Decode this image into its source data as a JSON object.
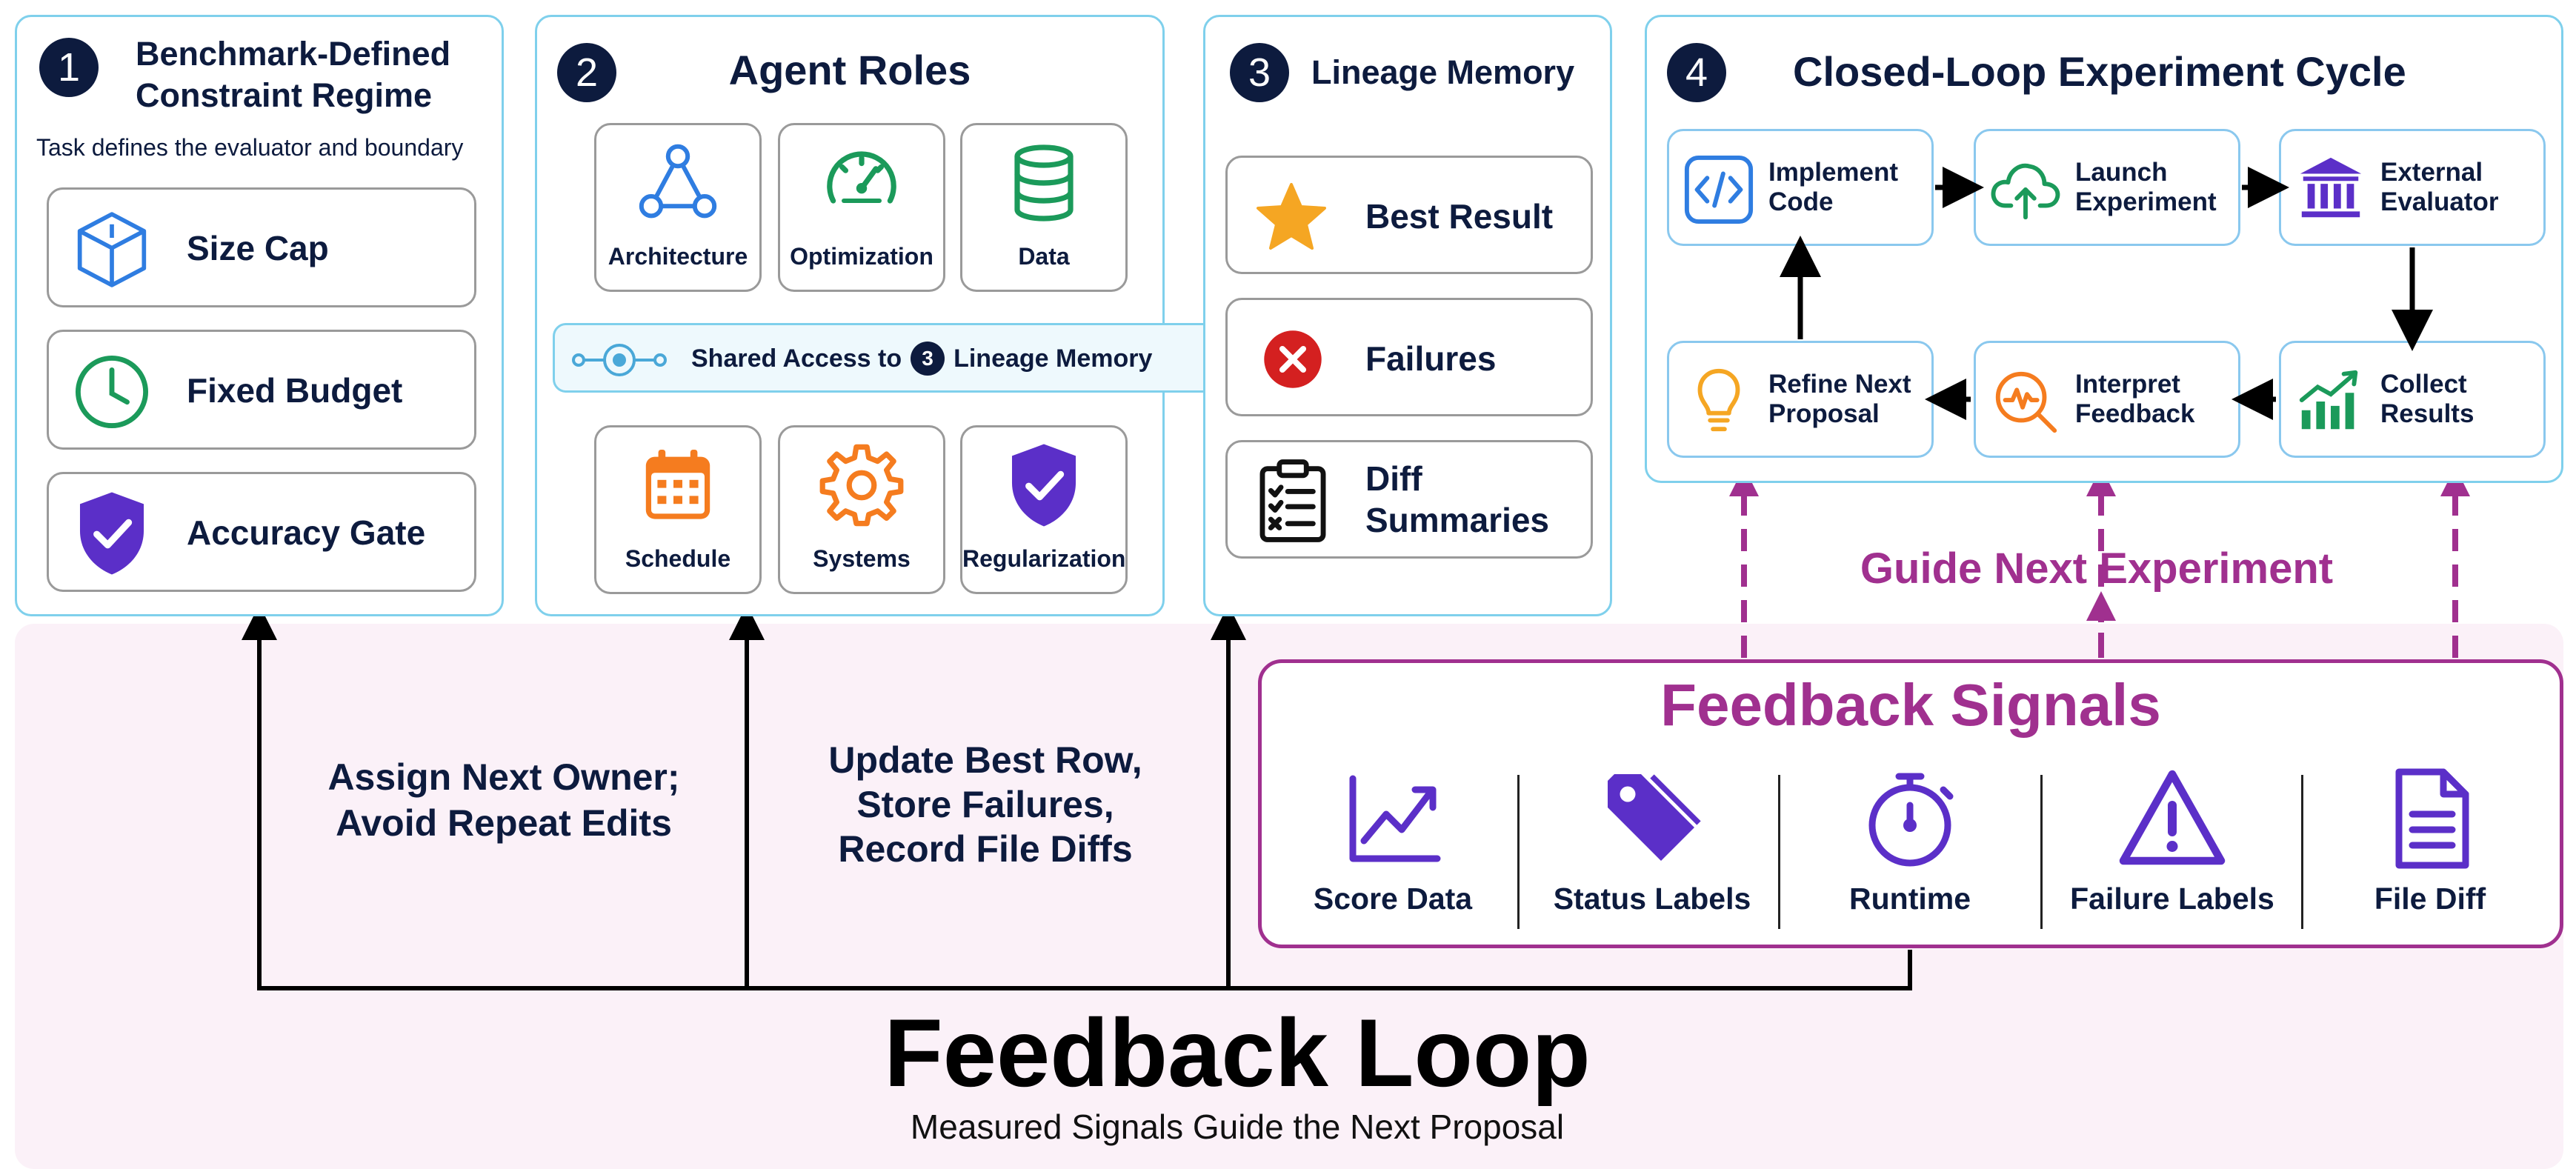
{
  "panel1": {
    "number": "1",
    "title_line1": "Benchmark-Defined",
    "title_line2": "Constraint Regime",
    "subtitle": "Task defines the evaluator and boundary",
    "items": [
      {
        "label": "Size Cap",
        "icon": "cube-icon"
      },
      {
        "label": "Fixed Budget",
        "icon": "clock-icon"
      },
      {
        "label": "Accuracy Gate",
        "icon": "shield-check-icon"
      }
    ]
  },
  "panel2": {
    "number": "2",
    "title": "Agent Roles",
    "roles_top": [
      {
        "label": "Architecture",
        "icon": "network-triangle-icon"
      },
      {
        "label": "Optimization",
        "icon": "speedometer-icon"
      },
      {
        "label": "Data",
        "icon": "database-icon"
      }
    ],
    "roles_bottom": [
      {
        "label": "Schedule",
        "icon": "calendar-icon"
      },
      {
        "label": "Systems",
        "icon": "gear-icon"
      },
      {
        "label": "Regularization",
        "icon": "shield-check-icon"
      }
    ],
    "shared_prefix": "Shared Access to",
    "shared_number": "3",
    "shared_suffix": "Lineage Memory"
  },
  "panel3": {
    "number": "3",
    "title": "Lineage Memory",
    "items": [
      {
        "label": "Best Result",
        "icon": "star-icon"
      },
      {
        "label": "Failures",
        "icon": "x-circle-icon"
      },
      {
        "label_line1": "Diff",
        "label_line2": "Summaries",
        "icon": "clipboard-checklist-icon"
      }
    ]
  },
  "panel4": {
    "number": "4",
    "title": "Closed-Loop Experiment Cycle",
    "steps": [
      {
        "line1": "Implement",
        "line2": "Code",
        "icon": "code-icon"
      },
      {
        "line1": "Launch",
        "line2": "Experiment",
        "icon": "cloud-upload-icon"
      },
      {
        "line1": "External",
        "line2": "Evaluator",
        "icon": "institution-icon"
      },
      {
        "line1": "Collect",
        "line2": "Results",
        "icon": "bar-chart-icon"
      },
      {
        "line1": "Interpret",
        "line2": "Feedback",
        "icon": "magnify-wave-icon"
      },
      {
        "line1": "Refine Next",
        "line2": "Proposal",
        "icon": "lightbulb-icon"
      }
    ]
  },
  "guide_label": "Guide Next Experiment",
  "feedback_signals": {
    "title": "Feedback Signals",
    "items": [
      {
        "label": "Score Data",
        "icon": "line-chart-icon"
      },
      {
        "label": "Status Labels",
        "icon": "tag-icon"
      },
      {
        "label": "Runtime",
        "icon": "stopwatch-icon"
      },
      {
        "label": "Failure Labels",
        "icon": "warning-icon"
      },
      {
        "label": "File Diff",
        "icon": "document-icon"
      }
    ]
  },
  "loop_labels": {
    "left_line1": "Assign Next Owner;",
    "left_line2": "Avoid Repeat Edits",
    "mid_line1": "Update Best Row,",
    "mid_line2": "Store Failures,",
    "mid_line3": "Record File Diffs"
  },
  "footer": {
    "title": "Feedback Loop",
    "subtitle": "Measured Signals Guide the Next Proposal"
  },
  "colors": {
    "navy": "#0d1b3e",
    "panel_border": "#7fd0ec",
    "purple": "#a0308f",
    "footer_bg": "#fbf1f8"
  }
}
